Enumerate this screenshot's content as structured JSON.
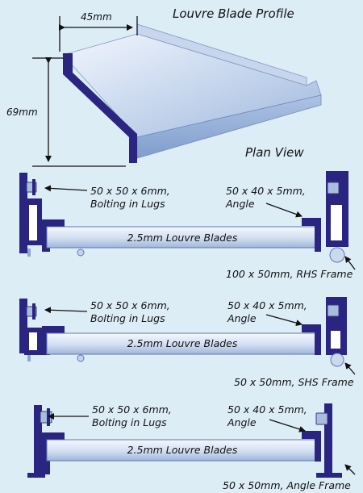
{
  "profile": {
    "title": "Louvre Blade Profile",
    "dim_width": "45mm",
    "dim_height": "69mm"
  },
  "plan": {
    "title": "Plan View",
    "sections": [
      {
        "lug_label": [
          "50 x 50 x 6mm,",
          "Bolting in Lugs"
        ],
        "angle_label": [
          "50 x 40 x 5mm,",
          "Angle"
        ],
        "blade_label": "2.5mm Louvre Blades",
        "frame_label": "100 x 50mm, RHS Frame"
      },
      {
        "lug_label": [
          "50 x 50 x 6mm,",
          "Bolting in Lugs"
        ],
        "angle_label": [
          "50 x 40 x 5mm,",
          "Angle"
        ],
        "blade_label": "2.5mm Louvre Blades",
        "frame_label": "50 x 50mm, SHS Frame"
      },
      {
        "lug_label": [
          "50 x 50 x 6mm,",
          "Bolting in Lugs"
        ],
        "angle_label": [
          "50 x 40 x 5mm,",
          "Angle"
        ],
        "blade_label": "2.5mm Louvre Blades",
        "frame_label": "50 x 50mm, Angle Frame"
      }
    ]
  },
  "colors": {
    "background": "#dcedf6",
    "frame_fill": "#2a2580",
    "frame_inner": "#ffffff",
    "blade_light": "#e8f0fb",
    "blade_mid": "#b8cbe6",
    "blade_dark": "#8ea9d2",
    "line": "#111111"
  }
}
